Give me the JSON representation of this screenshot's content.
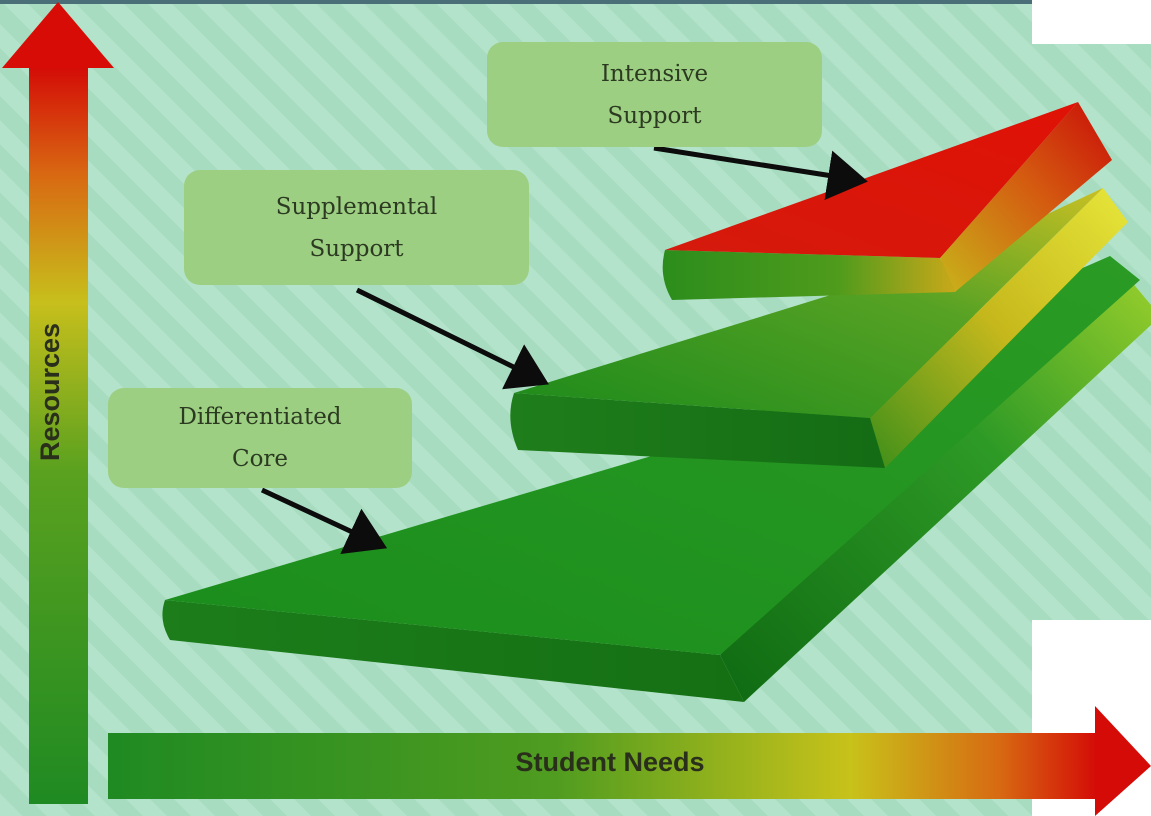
{
  "labels": {
    "intensive": [
      "Intensive",
      "Support"
    ],
    "supplemental": [
      "Supplemental",
      "Support"
    ],
    "core": [
      "Differentiated",
      "Core"
    ]
  },
  "axes": {
    "x_label": "Student Needs",
    "y_label": "Resources"
  },
  "colors": {
    "background": "#a8dcc0",
    "label_box": "#9dcf83",
    "green": "#1f8f1f",
    "yellow": "#c8c21a",
    "red": "#d20f08"
  }
}
